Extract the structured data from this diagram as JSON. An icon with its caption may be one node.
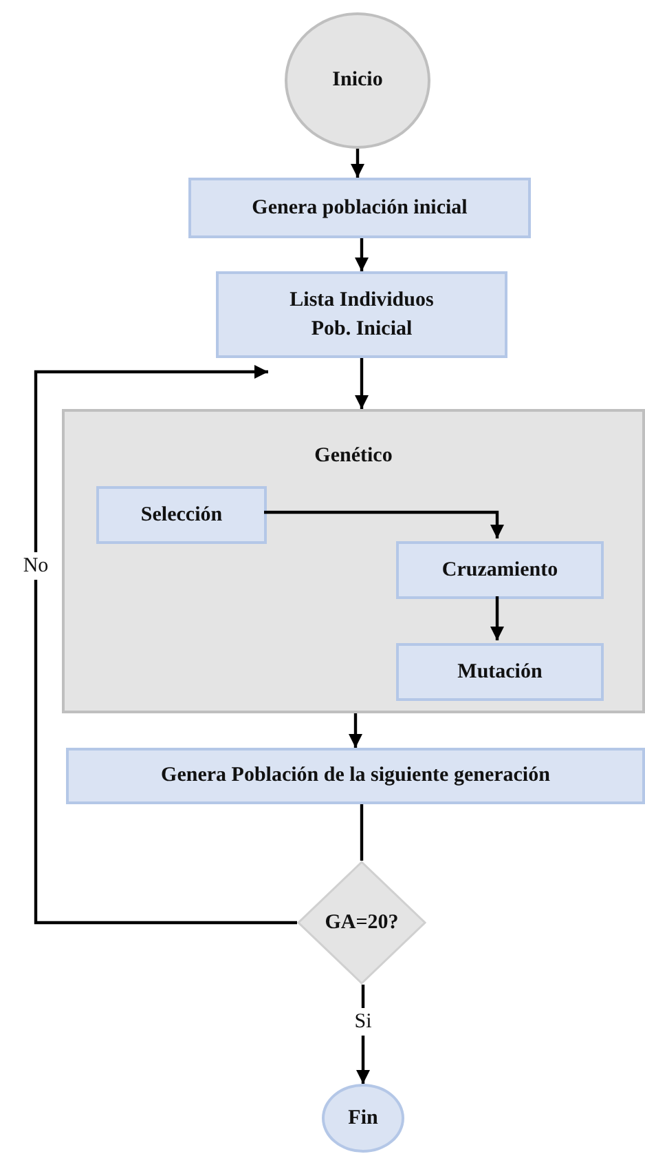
{
  "diagram": {
    "nodes": [
      {
        "text": [
          "Inicio"
        ]
      },
      {
        "text": [
          "Genera población inicial"
        ]
      },
      {
        "text": [
          "Lista Individuos Pob. Inicial"
        ]
      },
      {
        "text": [
          "Genético"
        ]
      },
      {
        "text": [
          "Selección"
        ],
        "in": 3
      },
      {
        "text": [
          "Cruzamiento"
        ],
        "in": 3
      },
      {
        "text": [
          "Mutación"
        ],
        "in": 3
      },
      {
        "text": [
          "Genera Población de la siguiente generación"
        ]
      },
      {
        "text": [
          "GA=20?"
        ]
      },
      {
        "text": [
          "Fin"
        ]
      }
    ],
    "edges": [
      {
        "from": 0,
        "to": 1,
        "arrow": "to"
      },
      {
        "from": 1,
        "to": 2,
        "arrow": "to"
      },
      {
        "from": 2,
        "to": 3,
        "arrow": "to"
      },
      {
        "from": 4,
        "to": 5,
        "arrow": "to"
      },
      {
        "from": 5,
        "to": 6,
        "arrow": "to"
      },
      {
        "from": 3,
        "to": 7,
        "arrow": "to"
      },
      {
        "from": 7,
        "to": 8,
        "arrow": "none"
      },
      {
        "from": 8,
        "to": 9,
        "arrow": "to",
        "label": "Si"
      },
      {
        "from": 8,
        "to": 2,
        "arrow": "to",
        "label": "No"
      }
    ]
  }
}
